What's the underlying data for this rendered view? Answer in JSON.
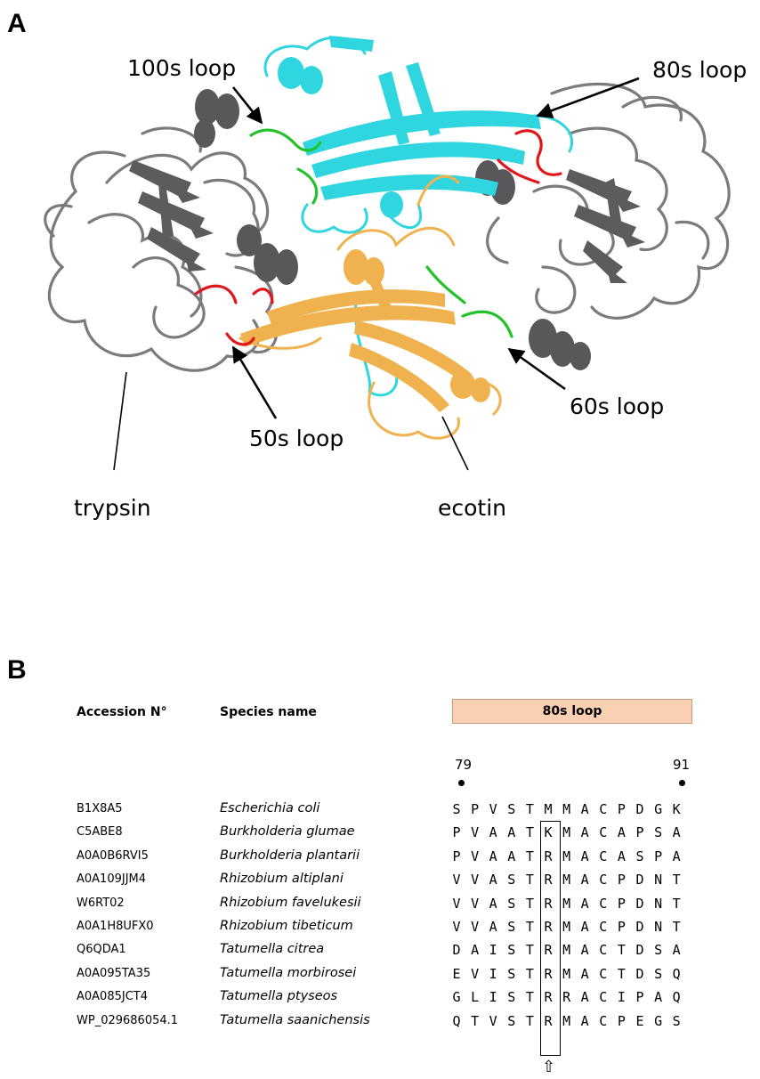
{
  "panel_a": {
    "label": "A",
    "callouts": {
      "loop100": "100s loop",
      "loop80": "80s loop",
      "loop60": "60s loop",
      "loop50": "50s loop"
    },
    "names": {
      "trypsin": "trypsin",
      "ecotin": "ecotin"
    },
    "colors": {
      "trypsin": "#6e6e70",
      "ecotin_chain_1": "#2fd6e0",
      "ecotin_chain_2": "#f0b24e",
      "loop_red": "#e0161b",
      "loop_green": "#22c22a"
    }
  },
  "panel_b": {
    "label": "B",
    "headers": {
      "accession": "Accession N°",
      "species": "Species  name",
      "loop": "80s loop"
    },
    "positions": {
      "start": "79",
      "end": "91"
    },
    "highlight_arrow": "⇧",
    "rows": [
      {
        "acc": "B1X8A5",
        "species": "Escherichia coli",
        "residues": [
          "S",
          "P",
          "V",
          "S",
          "T",
          "M",
          "M",
          "A",
          "C",
          "P",
          "D",
          "G",
          "K"
        ]
      },
      {
        "acc": "C5ABE8",
        "species": "Burkholderia glumae",
        "residues": [
          "P",
          "V",
          "A",
          "A",
          "T",
          "K",
          "M",
          "A",
          "C",
          "A",
          "P",
          "S",
          "A"
        ]
      },
      {
        "acc": "A0A0B6RVI5",
        "species": "Burkholderia plantarii",
        "residues": [
          "P",
          "V",
          "A",
          "A",
          "T",
          "R",
          "M",
          "A",
          "C",
          "A",
          "S",
          "P",
          "A"
        ]
      },
      {
        "acc": "A0A109JJM4",
        "species": "Rhizobium altiplani",
        "residues": [
          "V",
          "V",
          "A",
          "S",
          "T",
          "R",
          "M",
          "A",
          "C",
          "P",
          "D",
          "N",
          "T"
        ]
      },
      {
        "acc": "W6RT02",
        "species": "Rhizobium favelukesii",
        "residues": [
          "V",
          "V",
          "A",
          "S",
          "T",
          "R",
          "M",
          "A",
          "C",
          "P",
          "D",
          "N",
          "T"
        ]
      },
      {
        "acc": "A0A1H8UFX0",
        "species": "Rhizobium tibeticum",
        "residues": [
          "V",
          "V",
          "A",
          "S",
          "T",
          "R",
          "M",
          "A",
          "C",
          "P",
          "D",
          "N",
          "T"
        ]
      },
      {
        "acc": "Q6QDA1",
        "species": "Tatumella citrea",
        "residues": [
          "D",
          "A",
          "I",
          "S",
          "T",
          "R",
          "M",
          "A",
          "C",
          "T",
          "D",
          "S",
          "A"
        ]
      },
      {
        "acc": "A0A095TA35",
        "species": "Tatumella morbirosei",
        "residues": [
          "E",
          "V",
          "I",
          "S",
          "T",
          "R",
          "M",
          "A",
          "C",
          "T",
          "D",
          "S",
          "Q"
        ]
      },
      {
        "acc": "A0A085JCT4",
        "species": "Tatumella ptyseos",
        "residues": [
          "G",
          "L",
          "I",
          "S",
          "T",
          "R",
          "R",
          "A",
          "C",
          "I",
          "P",
          "A",
          "Q"
        ]
      },
      {
        "acc": "WP_029686054.1",
        "species": "Tatumella saanichensis",
        "residues": [
          "Q",
          "T",
          "V",
          "S",
          "T",
          "R",
          "M",
          "A",
          "C",
          "P",
          "E",
          "G",
          "S"
        ]
      }
    ]
  }
}
